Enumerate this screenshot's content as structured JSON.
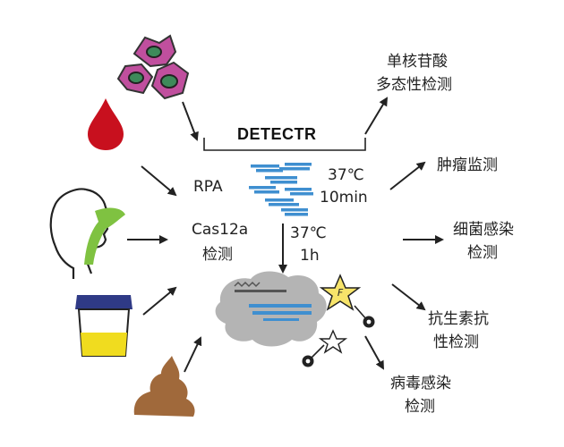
{
  "diagram": {
    "title": "DETECTR",
    "steps": {
      "rpa": "RPA",
      "rpa_temp": "37℃",
      "rpa_time": "10min",
      "cas_name": "Cas12a",
      "cas_sub": "检测",
      "cas_temp": "37℃",
      "cas_time": "1h"
    },
    "applications": [
      {
        "line1": "单核苷酸",
        "line2": "多态性检测"
      },
      {
        "line1": "肿瘤监测",
        "line2": ""
      },
      {
        "line1": "细菌感染",
        "line2": "检测"
      },
      {
        "line1": "抗生素抗",
        "line2": "性检测"
      },
      {
        "line1": "病毒感染",
        "line2": "检测"
      }
    ],
    "samples": [
      "cells-icon",
      "blood-drop-icon",
      "nasal-swab-icon",
      "urine-cup-icon",
      "stool-icon"
    ],
    "reporter_label": "F",
    "colors": {
      "cell": "#c04f9e",
      "nucleus": "#3d8a5a",
      "blood": "#c8101e",
      "swab": "#7fc241",
      "dna": "#3f8fd0",
      "cup_cap": "#2f3a86",
      "cup_liquid": "#f0dc1f",
      "stool": "#a0693b",
      "star": "#f7e46a",
      "protein": "#9b9b9b"
    }
  }
}
